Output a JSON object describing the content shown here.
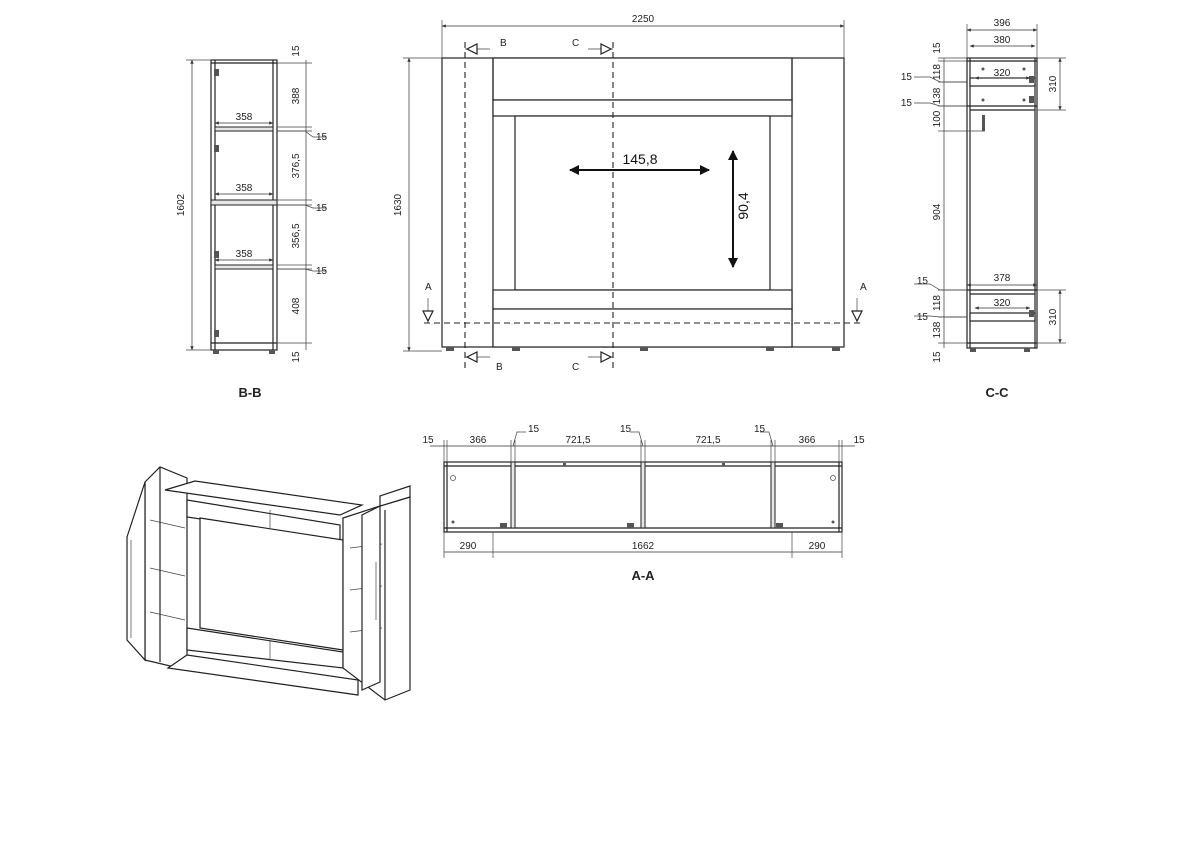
{
  "section_labels": {
    "bb": "B-B",
    "cc": "C-C",
    "aa": "A-A"
  },
  "front_view": {
    "overall_width": "2250",
    "overall_height": "1630",
    "screen_width": "145,8",
    "screen_height": "90,4",
    "cut_b": "B",
    "cut_c": "C",
    "cut_a": "A"
  },
  "section_bb": {
    "total_height": "1602",
    "widths": [
      "358",
      "358",
      "358"
    ],
    "heights": [
      "15",
      "388",
      "376,5",
      "356,5",
      "408",
      "15"
    ],
    "shelf_thickness": [
      "15",
      "15",
      "15"
    ]
  },
  "section_cc": {
    "top_widths": [
      "396",
      "380",
      "320"
    ],
    "bottom_widths": [
      "378",
      "320"
    ],
    "left_dims": [
      "15",
      "15",
      "118",
      "15",
      "138",
      "100",
      "904",
      "15",
      "118",
      "15",
      "138",
      "15"
    ],
    "right_dims": [
      "310",
      "310"
    ]
  },
  "section_aa": {
    "top_dims": [
      "15",
      "366",
      "15",
      "721,5",
      "15",
      "721,5",
      "15",
      "366",
      "15"
    ],
    "bottom_dims": [
      "290",
      "1662",
      "290"
    ]
  }
}
